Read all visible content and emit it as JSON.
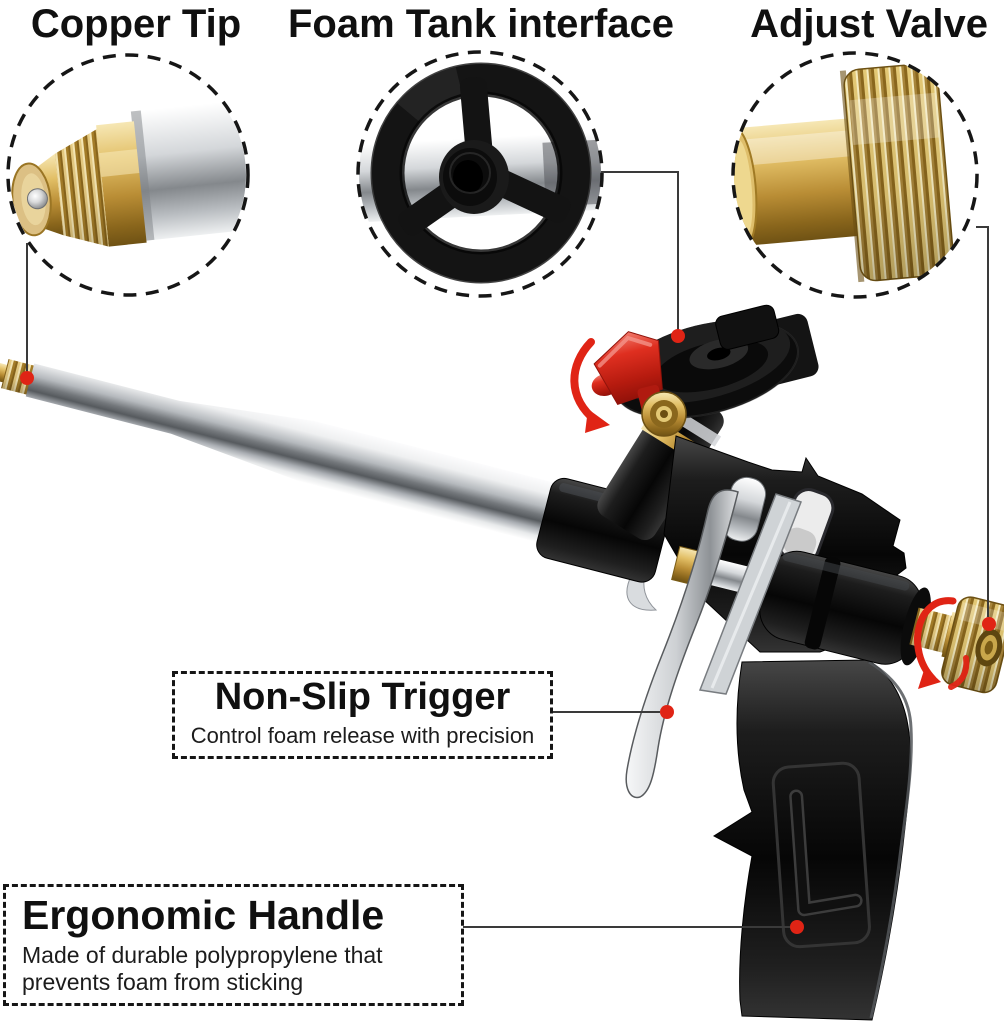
{
  "title": "Foam gun feature callout infographic",
  "colors": {
    "accent_red": "#e02415",
    "line_color": "#3a3a3a",
    "text_color": "#101010",
    "background": "#ffffff",
    "brass": "#d9b156",
    "chrome": "#c9ccd0",
    "metal_black": "#111111"
  },
  "callouts": {
    "copper_tip": {
      "label": "Copper Tip"
    },
    "foam_tank_interface": {
      "label": "Foam Tank interface"
    },
    "adjust_valve": {
      "label": "Adjust Valve"
    },
    "non_slip_trigger": {
      "title": "Non-Slip Trigger",
      "subtitle": "Control foam release with precision"
    },
    "ergonomic_handle": {
      "title": "Ergonomic Handle",
      "subtitle": "Made of durable polypropylene that prevents foam from sticking"
    }
  }
}
